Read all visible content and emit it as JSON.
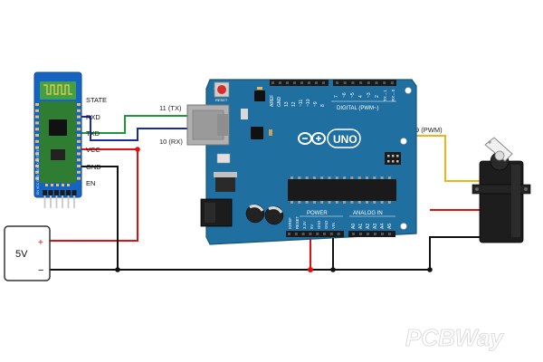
{
  "bluetooth_module": {
    "pins": [
      "STATE",
      "RXD",
      "TXD",
      "VCC",
      "GND",
      "EN"
    ],
    "edge_text": "EN VCC GND TXD RXD STATE"
  },
  "power_supply": {
    "voltage": "5V",
    "plus": "+",
    "minus": "−"
  },
  "wire_labels": {
    "tx": "11 (TX)",
    "rx": "10 (RX)",
    "pwm": "9 (PWM)"
  },
  "arduino": {
    "logo_text": "UNO",
    "reset_label": "RESET",
    "digital_label": "DIGITAL (PWM~)",
    "top_left_header": [
      "AREF",
      "GND",
      "13",
      "12",
      "~11",
      "~10",
      "~9",
      "8"
    ],
    "top_right_header": [
      "7",
      "~6",
      "~5",
      "4",
      "~3",
      "2",
      "TX→1",
      "RX←0"
    ],
    "power_label": "POWER",
    "analog_label": "ANALOG IN",
    "power_pins": [
      "IOREF",
      "RESET",
      "3.3V",
      "5V",
      "GND",
      "GND",
      "VIN"
    ],
    "analog_pins": [
      "A0",
      "A1",
      "A2",
      "A3",
      "A4",
      "A5"
    ]
  },
  "watermark": "PCBWay",
  "colors": {
    "board": "#1f6fa0",
    "board_dark": "#175a83",
    "module_blue": "#1565c0",
    "wire_red": "#e01010",
    "wire_black": "#111111",
    "wire_green": "#1a9a3a",
    "wire_blue": "#1a2aa0",
    "wire_yellow": "#f0b21a"
  }
}
